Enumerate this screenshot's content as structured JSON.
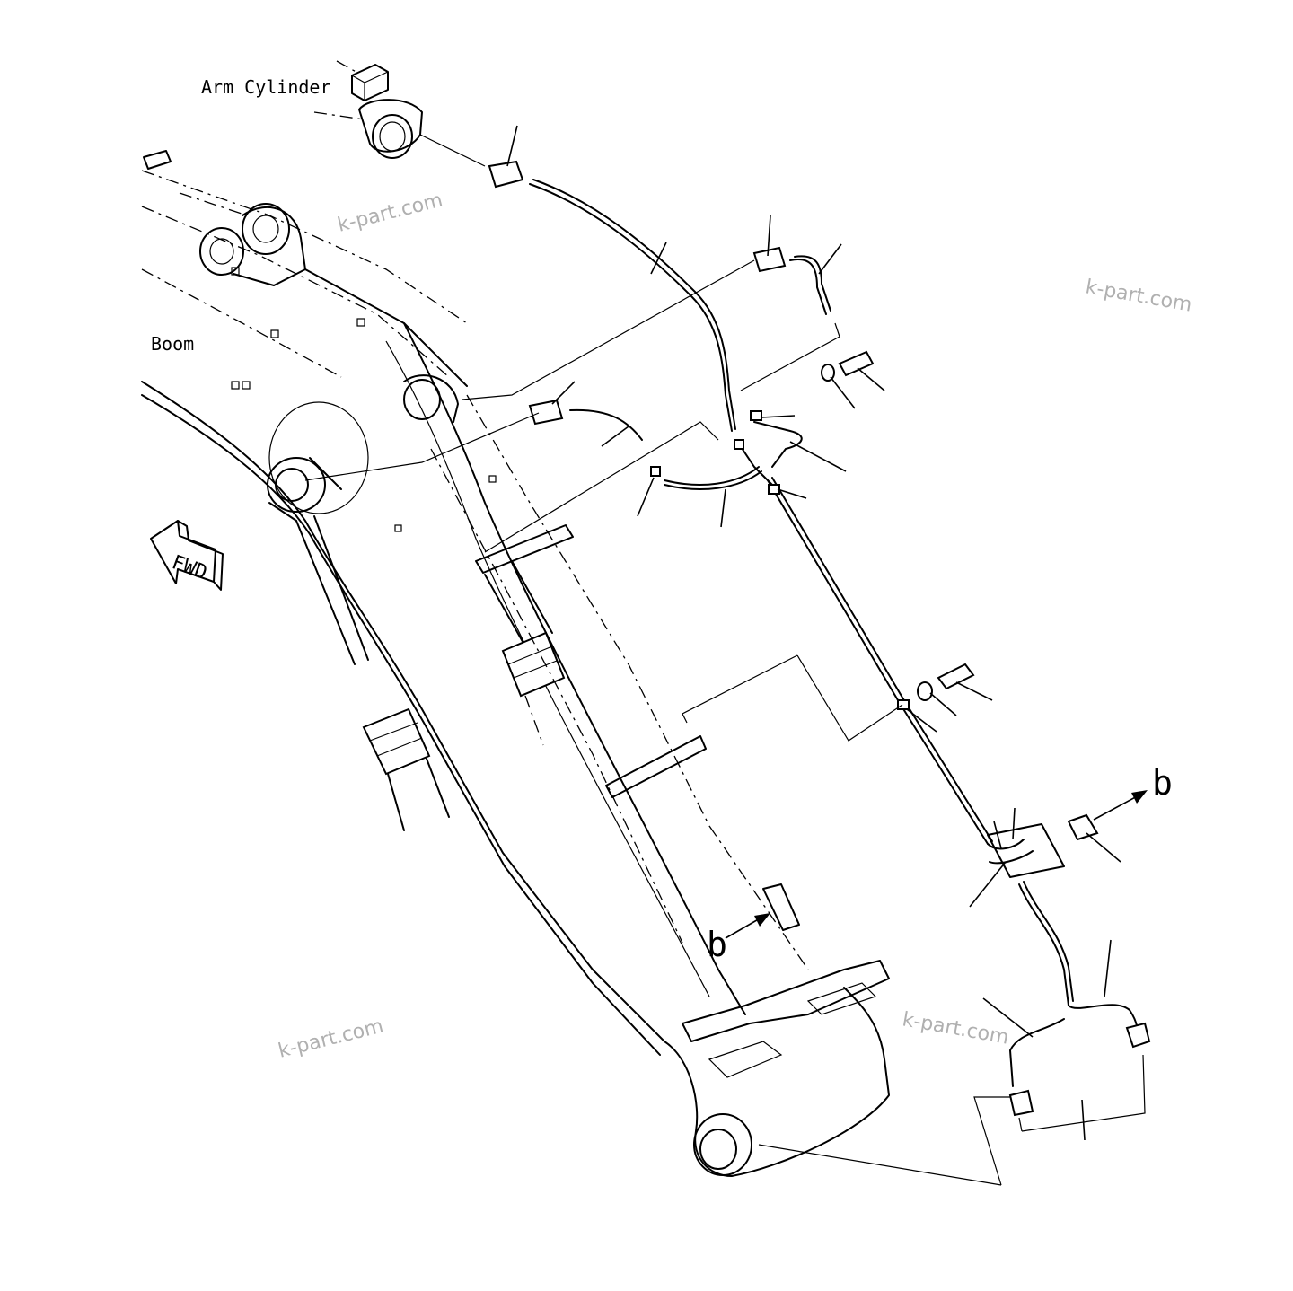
{
  "labels": {
    "arm_cylinder": "Arm Cylinder",
    "boom": "Boom",
    "fwd": "FWD",
    "view_b_top": "b",
    "view_b_bottom": "b"
  },
  "watermarks": [
    "k-part.com",
    "k-part.com",
    "k-part.com",
    "k-part.com"
  ]
}
